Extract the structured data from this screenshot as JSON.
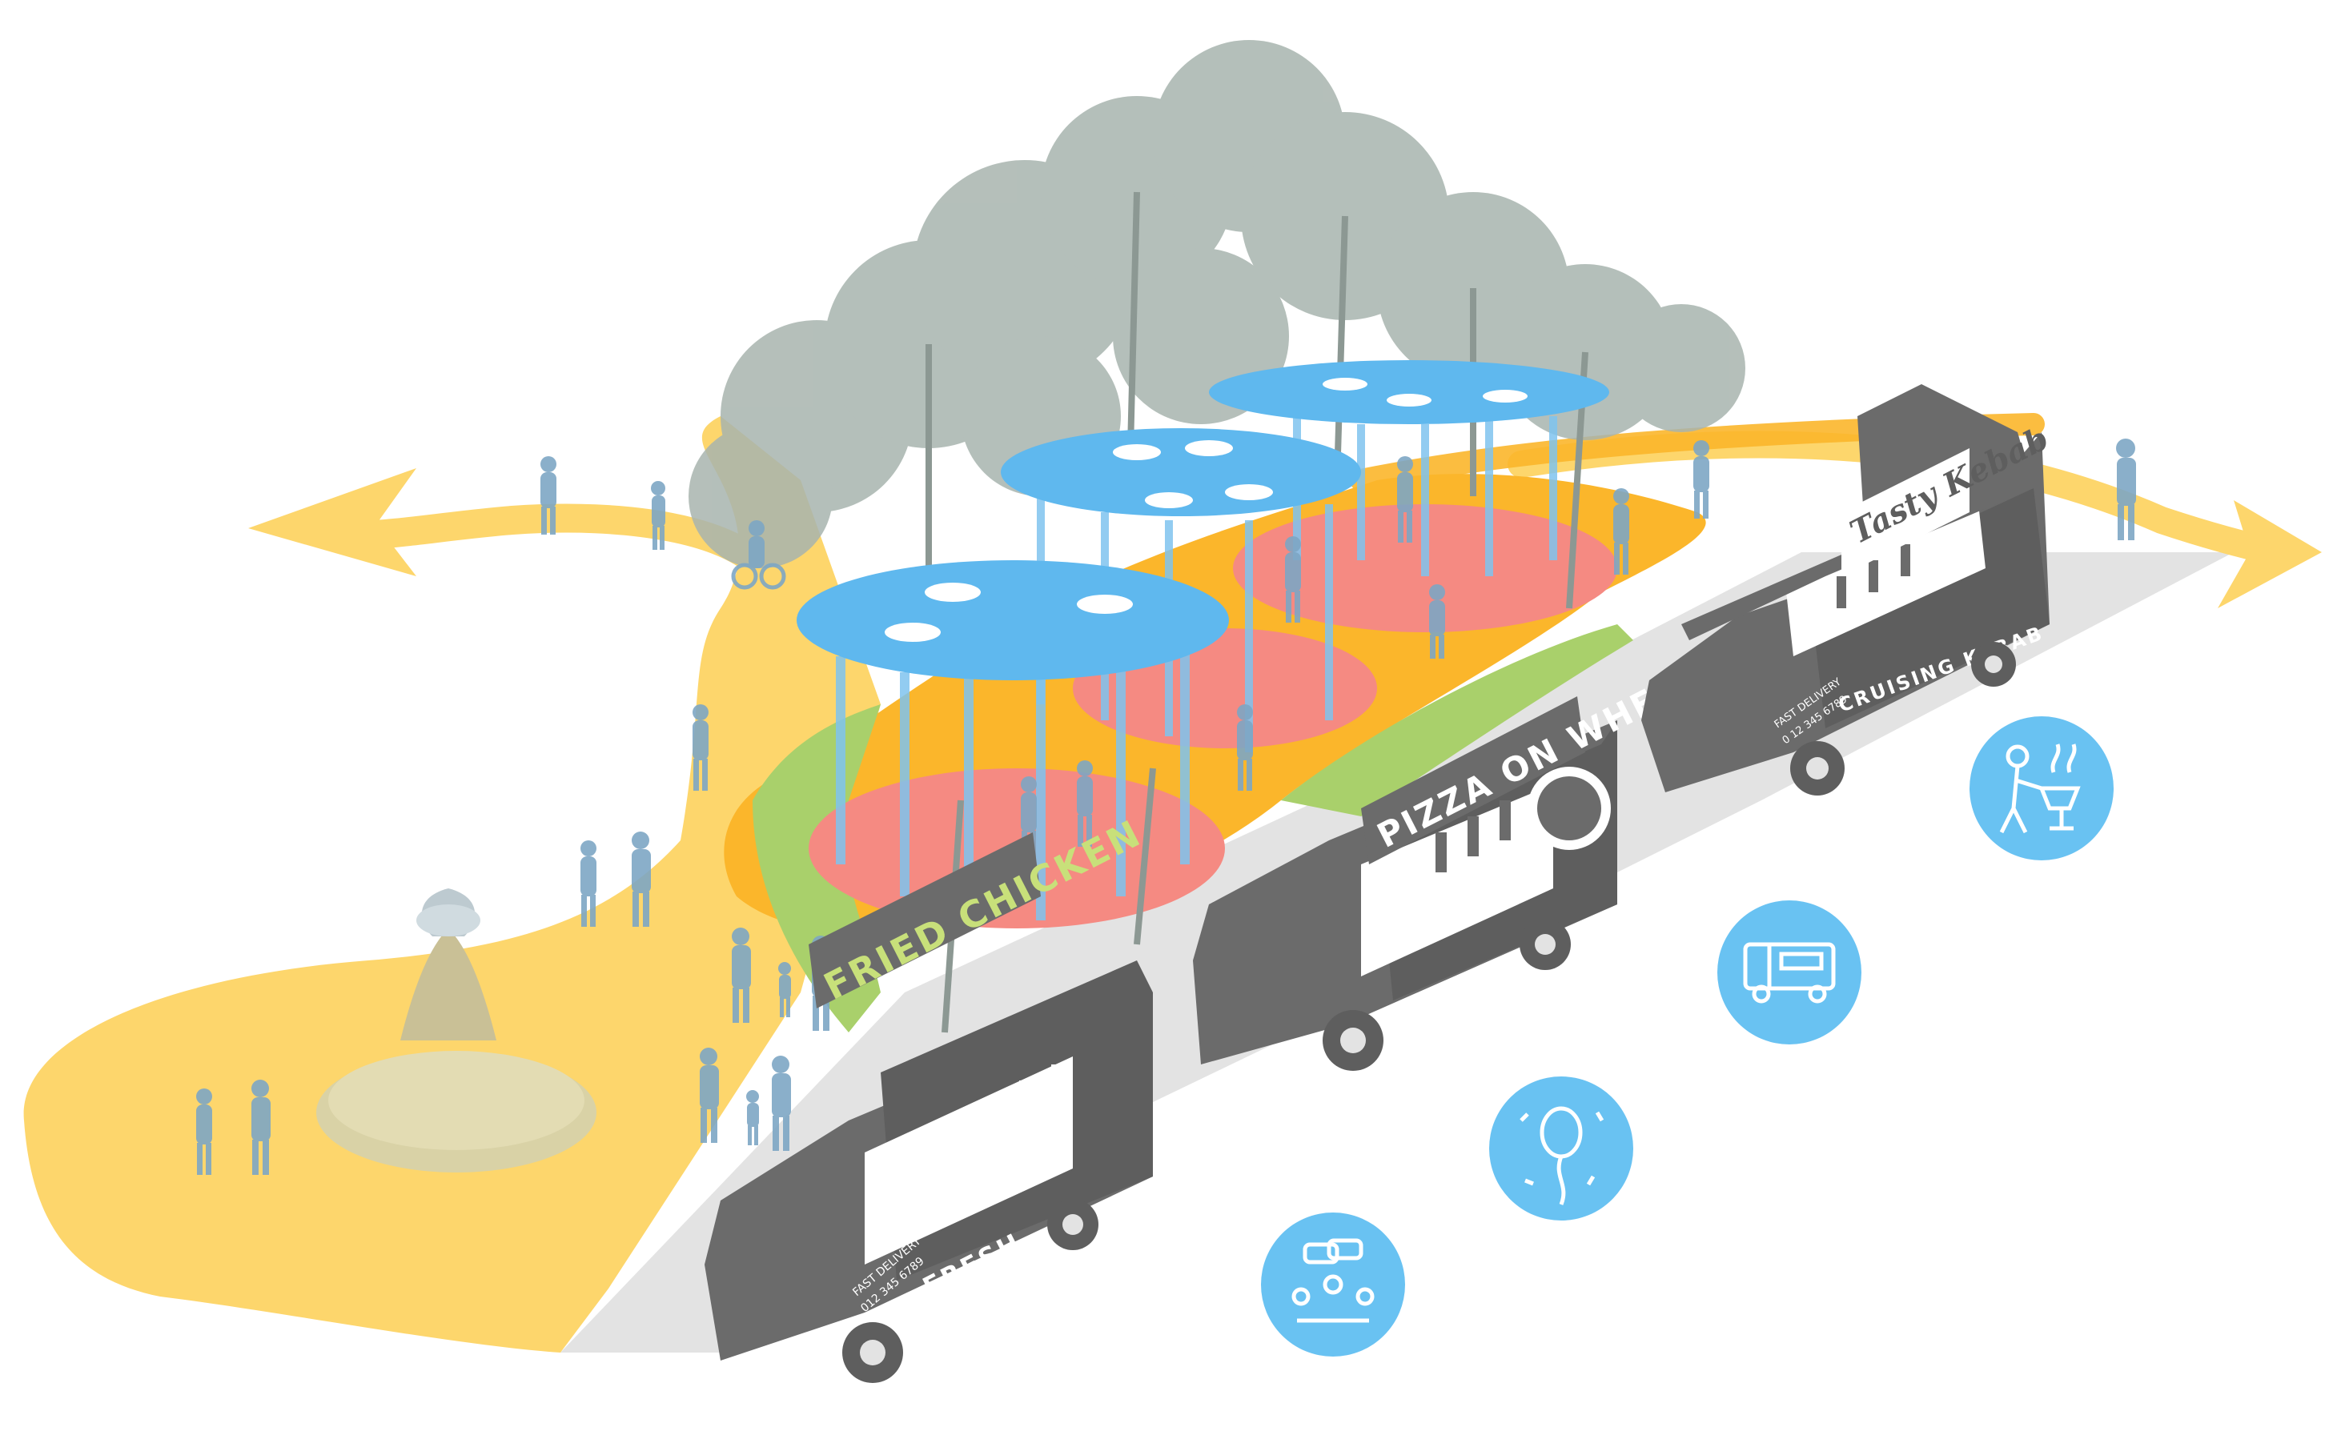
{
  "colors": {
    "path_yellow": "#fdd66c",
    "plaza_orange": "#fbb62b",
    "lawn_green": "#a9d06b",
    "pad_red": "#f58a82",
    "canopy_blue": "#5fb8ee",
    "road_grey": "#e3e3e3",
    "truck_grey": "#6b6b6b",
    "sign_green": "#9fc93b",
    "icon_circle": "#69c2f2",
    "people_blue": "#7da6c4",
    "tree_grey": "#a8b4ae"
  },
  "trucks": {
    "chicken": {
      "sign": "FRIED CHICKEN",
      "side": "FRESH",
      "note_1": "FAST DELIVERY",
      "note_2": "012 345 6789"
    },
    "pizza": {
      "sign": "PIZZA ON WHEELS"
    },
    "kebab": {
      "sign": "Tasty Kebab",
      "side": "CRUISING KEBAB",
      "note_1": "FAST DELIVERY",
      "note_2": "0 12 345 6789"
    }
  },
  "icons": [
    {
      "name": "meeting-icon"
    },
    {
      "name": "balloon-confetti-icon"
    },
    {
      "name": "food-truck-icon"
    },
    {
      "name": "barbecue-grill-icon"
    }
  ]
}
